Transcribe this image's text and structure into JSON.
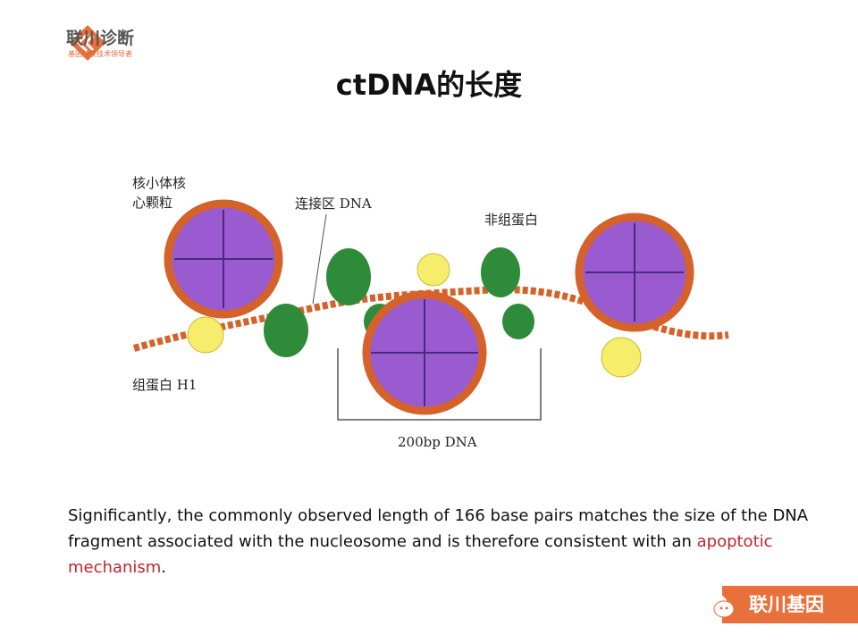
{
  "logo": {
    "name": "联川诊断",
    "tagline": "基因捕获技术领导者"
  },
  "title": "ctDNA的长度",
  "diagram": {
    "labels": {
      "core_line1": "核小体核",
      "core_line2": "心颗粒",
      "linker": "连接区 DNA",
      "nonhistone": "非组蛋白",
      "h1": "组蛋白 H1",
      "span": "200bp DNA"
    }
  },
  "caption": {
    "text": "Significantly, the commonly observed length of 166 base pairs matches the size of the DNA fragment associated with the nucleosome and is therefore consistent with an ",
    "highlight": "apoptotic mechanism",
    "end": "."
  },
  "watermark": {
    "text": "联川基因"
  },
  "colors": {
    "accent": "#e8703a",
    "highlight": "#c0272d"
  }
}
